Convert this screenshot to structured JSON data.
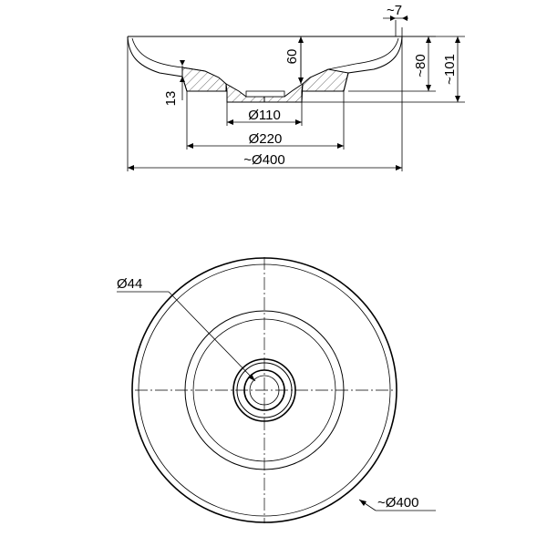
{
  "section_view": {
    "dims": {
      "wall_offset": "~7",
      "rim_height": "~80",
      "overall_height": "~101",
      "basin_depth": "60",
      "base_thickness": "13",
      "drain_dia": "Ø110",
      "foot_dia": "Ø220",
      "outer_dia": "~Ø400"
    }
  },
  "plan_view": {
    "dims": {
      "drain_hole": "Ø44",
      "outer_dia": "~Ø400"
    }
  }
}
